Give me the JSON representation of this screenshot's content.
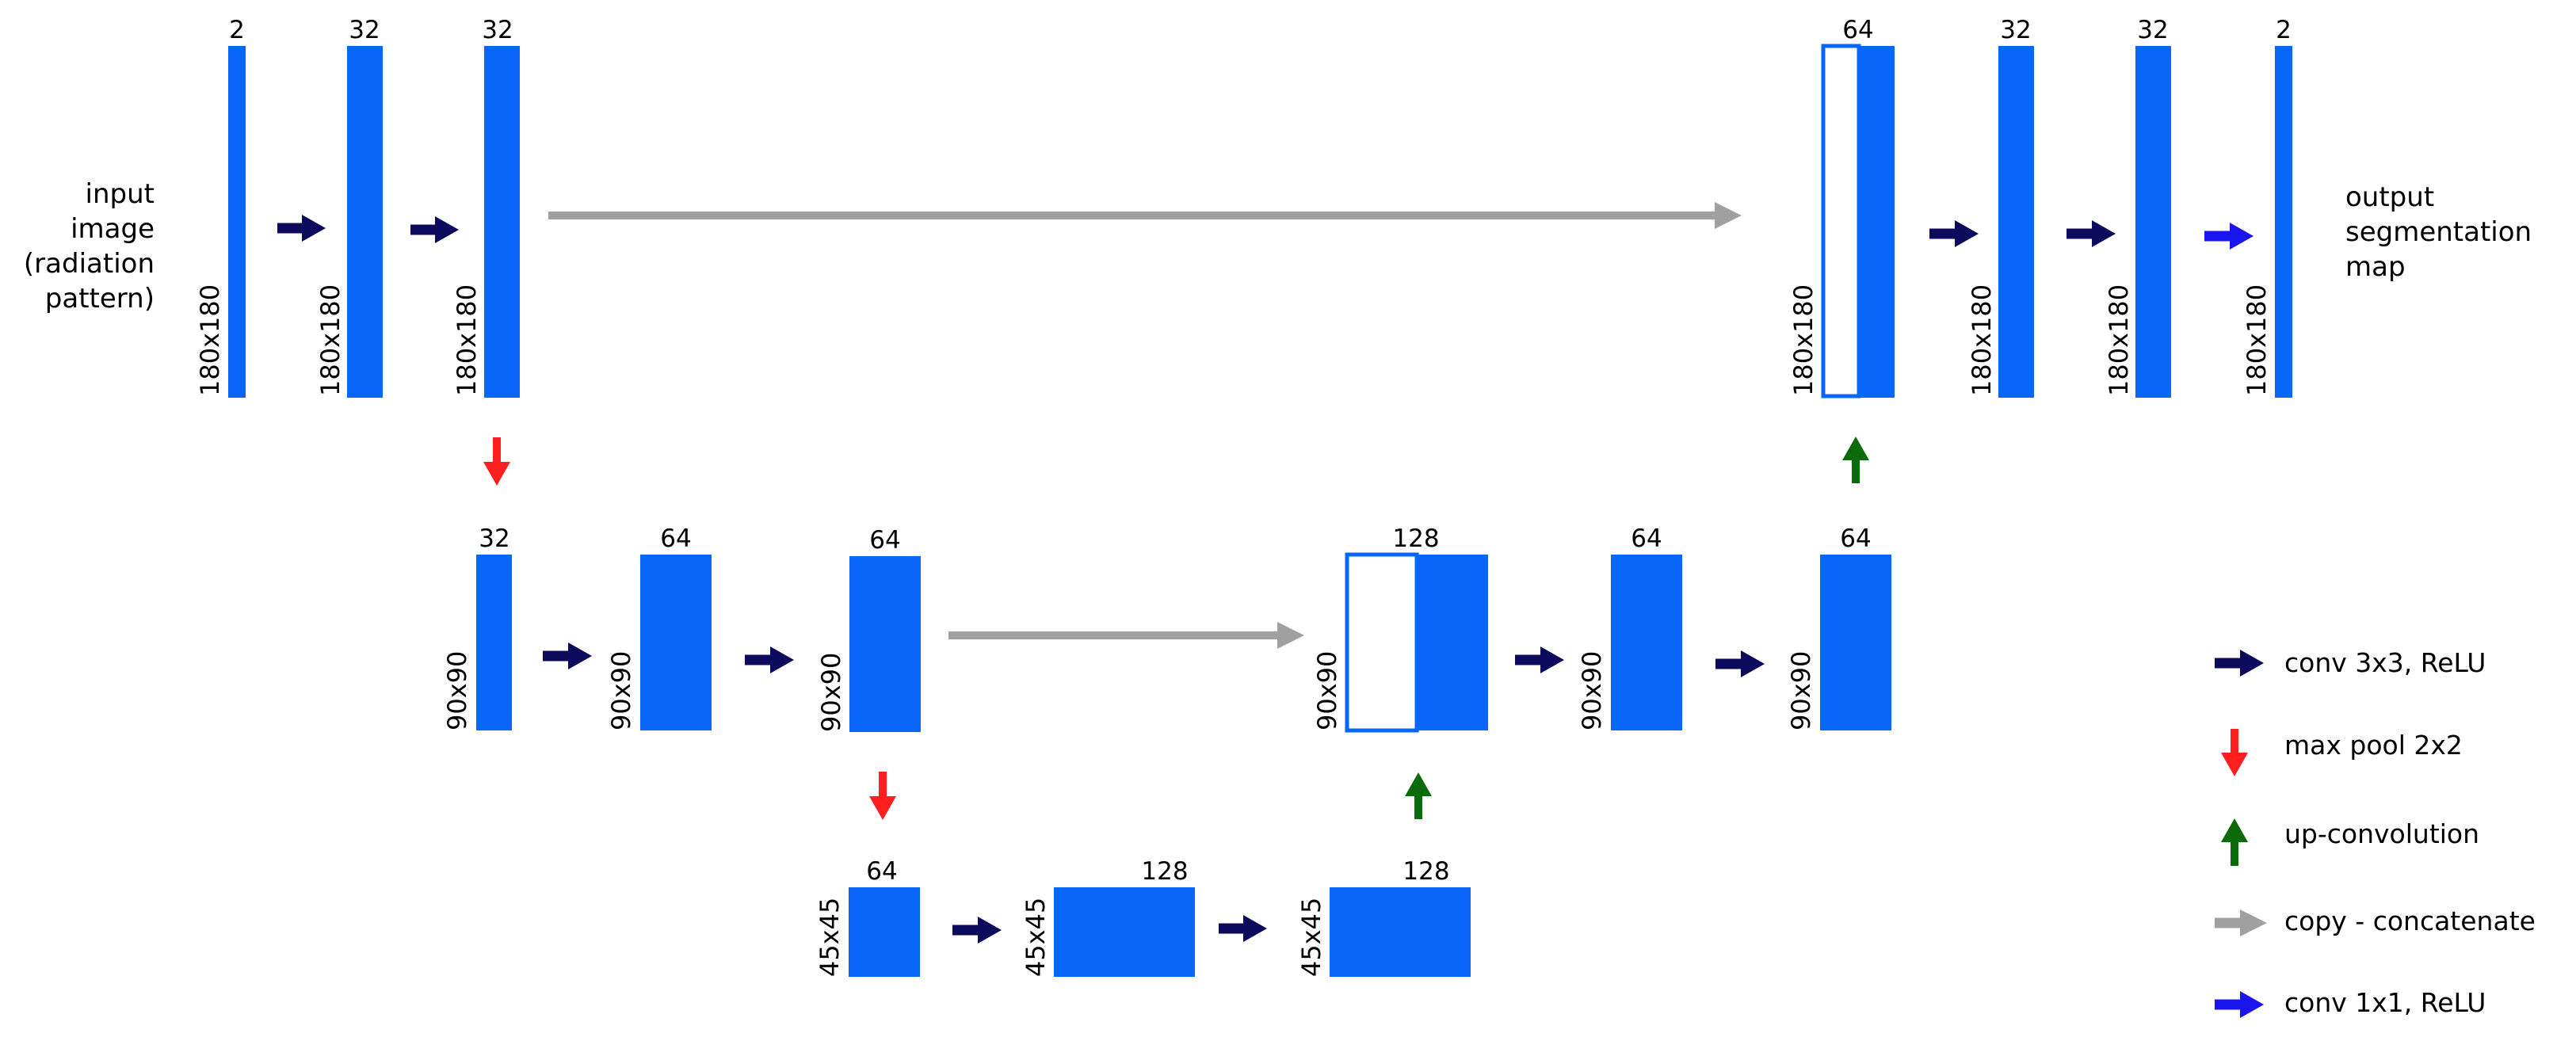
{
  "colors": {
    "block": "#0866F8",
    "conv": "#0C0A5C",
    "maxpool": "#FF1F1F",
    "upconv": "#0B6B0B",
    "copy": "#A0A0A0",
    "conv1x1": "#1A14EE"
  },
  "input_label": [
    "input",
    "image",
    "(radiation",
    "pattern)"
  ],
  "output_label": [
    "output",
    "segmentation",
    "map"
  ],
  "blocks": [
    {
      "channels": "2",
      "size": "180x180"
    },
    {
      "channels": "32",
      "size": "180x180"
    },
    {
      "channels": "32",
      "size": "180x180"
    },
    {
      "channels": "32",
      "size": "90x90"
    },
    {
      "channels": "64",
      "size": "90x90"
    },
    {
      "channels": "64",
      "size": "90x90"
    },
    {
      "channels": "64",
      "size": "45x45"
    },
    {
      "channels": "128",
      "size": "45x45"
    },
    {
      "channels": "128",
      "size": "45x45"
    },
    {
      "channels": "128",
      "size": "90x90"
    },
    {
      "channels": "64",
      "size": "90x90"
    },
    {
      "channels": "64",
      "size": "90x90"
    },
    {
      "channels": "64",
      "size": "180x180"
    },
    {
      "channels": "32",
      "size": "180x180"
    },
    {
      "channels": "32",
      "size": "180x180"
    },
    {
      "channels": "2",
      "size": "180x180"
    }
  ],
  "legend": [
    {
      "label": "conv 3x3, ReLU",
      "icon": "right-arrow-icon"
    },
    {
      "label": "max pool 2x2",
      "icon": "down-arrow-icon"
    },
    {
      "label": "up-convolution",
      "icon": "up-arrow-icon"
    },
    {
      "label": "copy - concatenate",
      "icon": "right-arrow-icon"
    },
    {
      "label": "conv 1x1, ReLU",
      "icon": "right-arrow-icon"
    }
  ]
}
